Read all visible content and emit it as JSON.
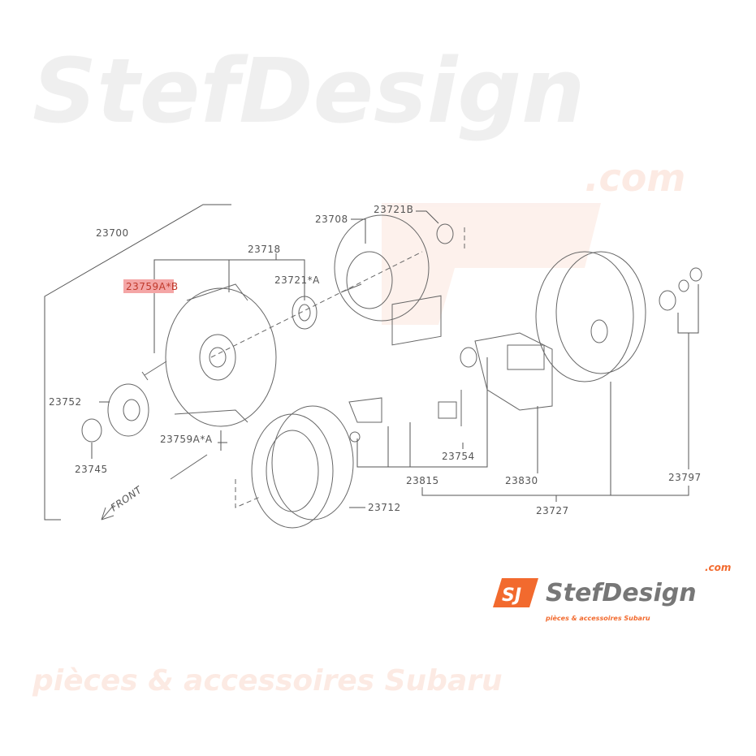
{
  "diagram": {
    "part_labels": {
      "p23700": "23700",
      "p23718": "23718",
      "p23759AB": "23759A*B",
      "p23721A": "23721*A",
      "p23708": "23708",
      "p23721B": "23721B",
      "p23752": "23752",
      "p23745": "23745",
      "p23759AA": "23759A*A",
      "p23712": "23712",
      "p23815": "23815",
      "p23754": "23754",
      "p23830": "23830",
      "p23727": "23727",
      "p23797": "23797"
    },
    "front_label": "FRONT",
    "highlight_color": "#f4a6a6"
  },
  "watermark": {
    "brand": "StefDesign",
    "domain": ".com",
    "tagline": "pièces & accessoires Subaru"
  },
  "logo": {
    "brand": "StefDesign",
    "domain": ".com",
    "tagline": "pièces & accessoires Subaru",
    "accent_color": "#f26a2e"
  }
}
